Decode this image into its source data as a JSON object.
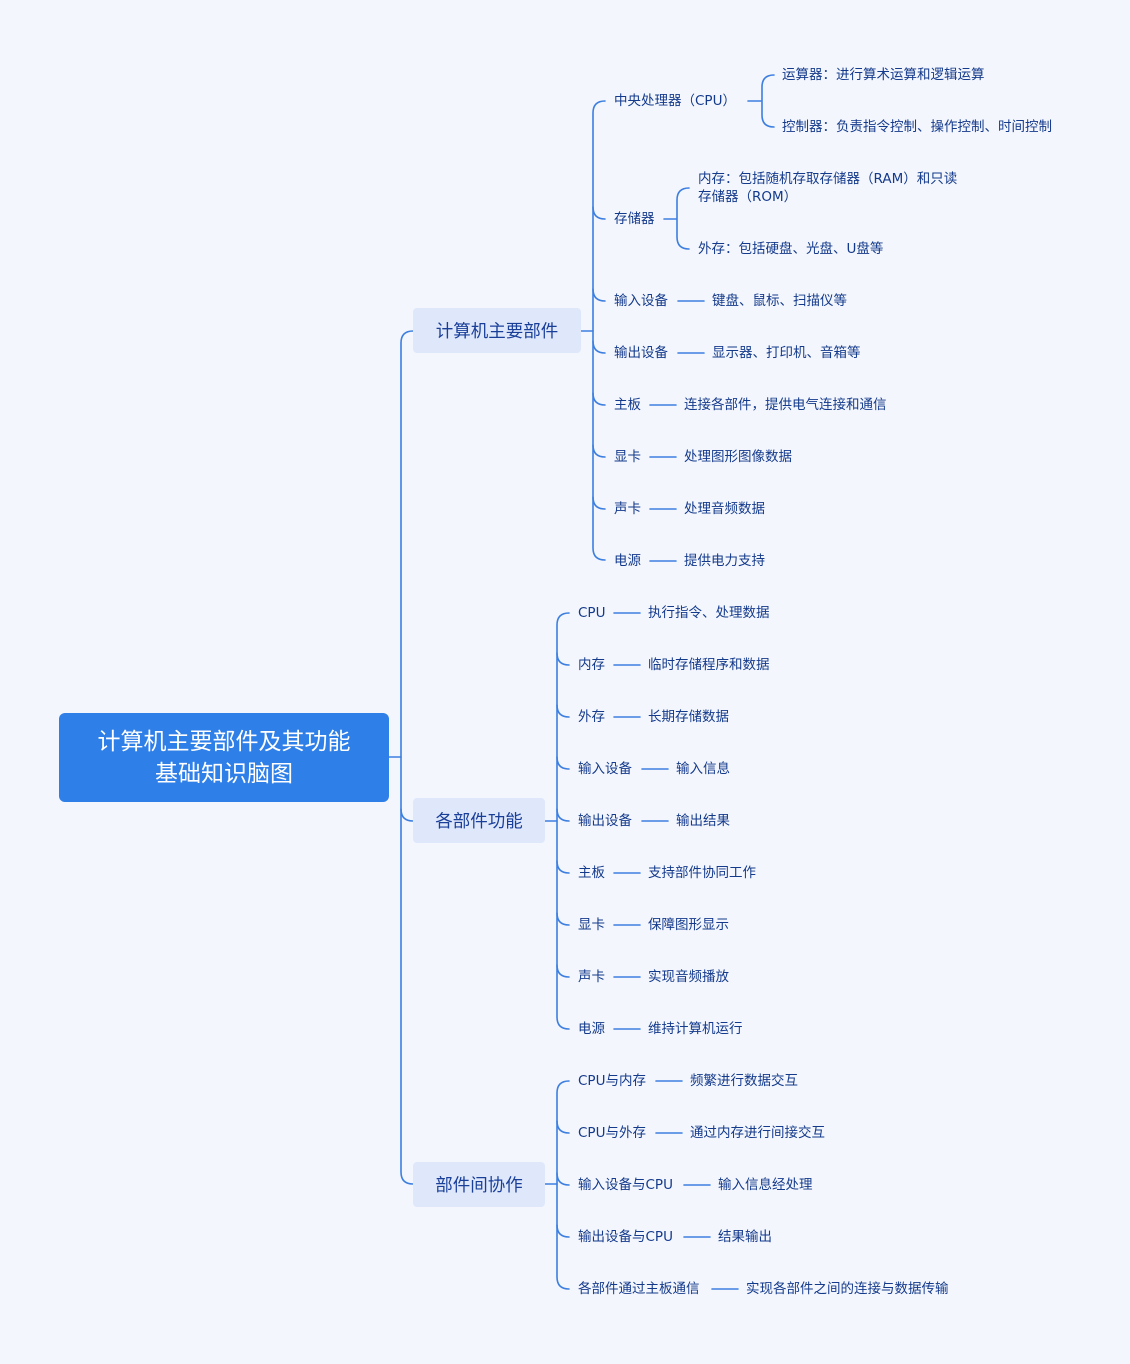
{
  "root": {
    "line1": "计算机主要部件及其功能",
    "line2": "基础知识脑图"
  },
  "branches": {
    "parts": {
      "label": "计算机主要部件",
      "cpu": {
        "label": "中央处理器（CPU）",
        "alu": "运算器：进行算术运算和逻辑运算",
        "controller": "控制器：负责指令控制、操作控制、时间控制"
      },
      "storage": {
        "label": "存储器",
        "memory_line1": "内存：包括随机存取存储器（RAM）和只读",
        "memory_line2": "存储器（ROM）",
        "external": "外存：包括硬盘、光盘、U盘等"
      },
      "input": {
        "label": "输入设备",
        "detail": "键盘、鼠标、扫描仪等"
      },
      "output": {
        "label": "输出设备",
        "detail": "显示器、打印机、音箱等"
      },
      "motherboard": {
        "label": "主板",
        "detail": "连接各部件，提供电气连接和通信"
      },
      "graphics": {
        "label": "显卡",
        "detail": "处理图形图像数据"
      },
      "sound": {
        "label": "声卡",
        "detail": "处理音频数据"
      },
      "power": {
        "label": "电源",
        "detail": "提供电力支持"
      }
    },
    "functions": {
      "label": "各部件功能",
      "items": [
        {
          "label": "CPU",
          "detail": "执行指令、处理数据"
        },
        {
          "label": "内存",
          "detail": "临时存储程序和数据"
        },
        {
          "label": "外存",
          "detail": "长期存储数据"
        },
        {
          "label": "输入设备",
          "detail": "输入信息"
        },
        {
          "label": "输出设备",
          "detail": "输出结果"
        },
        {
          "label": "主板",
          "detail": "支持部件协同工作"
        },
        {
          "label": "显卡",
          "detail": "保障图形显示"
        },
        {
          "label": "声卡",
          "detail": "实现音频播放"
        },
        {
          "label": "电源",
          "detail": "维持计算机运行"
        }
      ]
    },
    "collaboration": {
      "label": "部件间协作",
      "items": [
        {
          "label": "CPU与内存",
          "detail": "频繁进行数据交互"
        },
        {
          "label": "CPU与外存",
          "detail": "通过内存进行间接交互"
        },
        {
          "label": "输入设备与CPU",
          "detail": "输入信息经处理"
        },
        {
          "label": "输出设备与CPU",
          "detail": "结果输出"
        },
        {
          "label": "各部件通过主板通信",
          "detail": "实现各部件之间的连接与数据传输"
        }
      ]
    }
  },
  "colors": {
    "line": "#3d7fe0",
    "root_bg": "#2f7fe8",
    "branch_bg": "#dfe8fb",
    "background": "#f3f6fd"
  }
}
